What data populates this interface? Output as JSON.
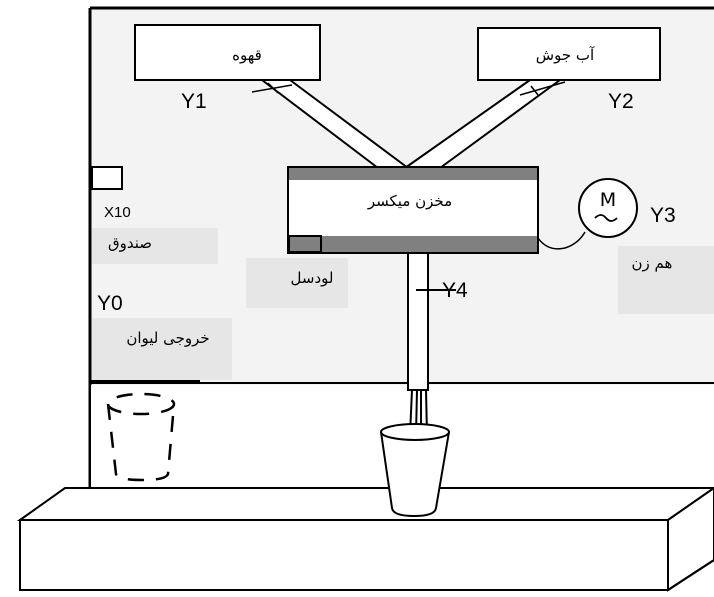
{
  "tanks": {
    "coffee": {
      "label": "قهوه",
      "output": "Y1"
    },
    "hot_water": {
      "label": "آب جوش",
      "output": "Y2"
    }
  },
  "mixer": {
    "label": "مخزن میکسر",
    "motor_symbol": "M",
    "motor_output": "Y3",
    "motor_label": "هم زن",
    "valve_output": "Y4",
    "level_sensor_label": "لودسل"
  },
  "box": {
    "input": "X10",
    "label": "صندوق"
  },
  "cup_exit": {
    "output": "Y0",
    "label": "خروجی لیوان"
  },
  "colors": {
    "outline": "#000000",
    "panel": "#f3f3f3",
    "label_box": "#e6e6e6",
    "mixer_band": "#808080"
  }
}
